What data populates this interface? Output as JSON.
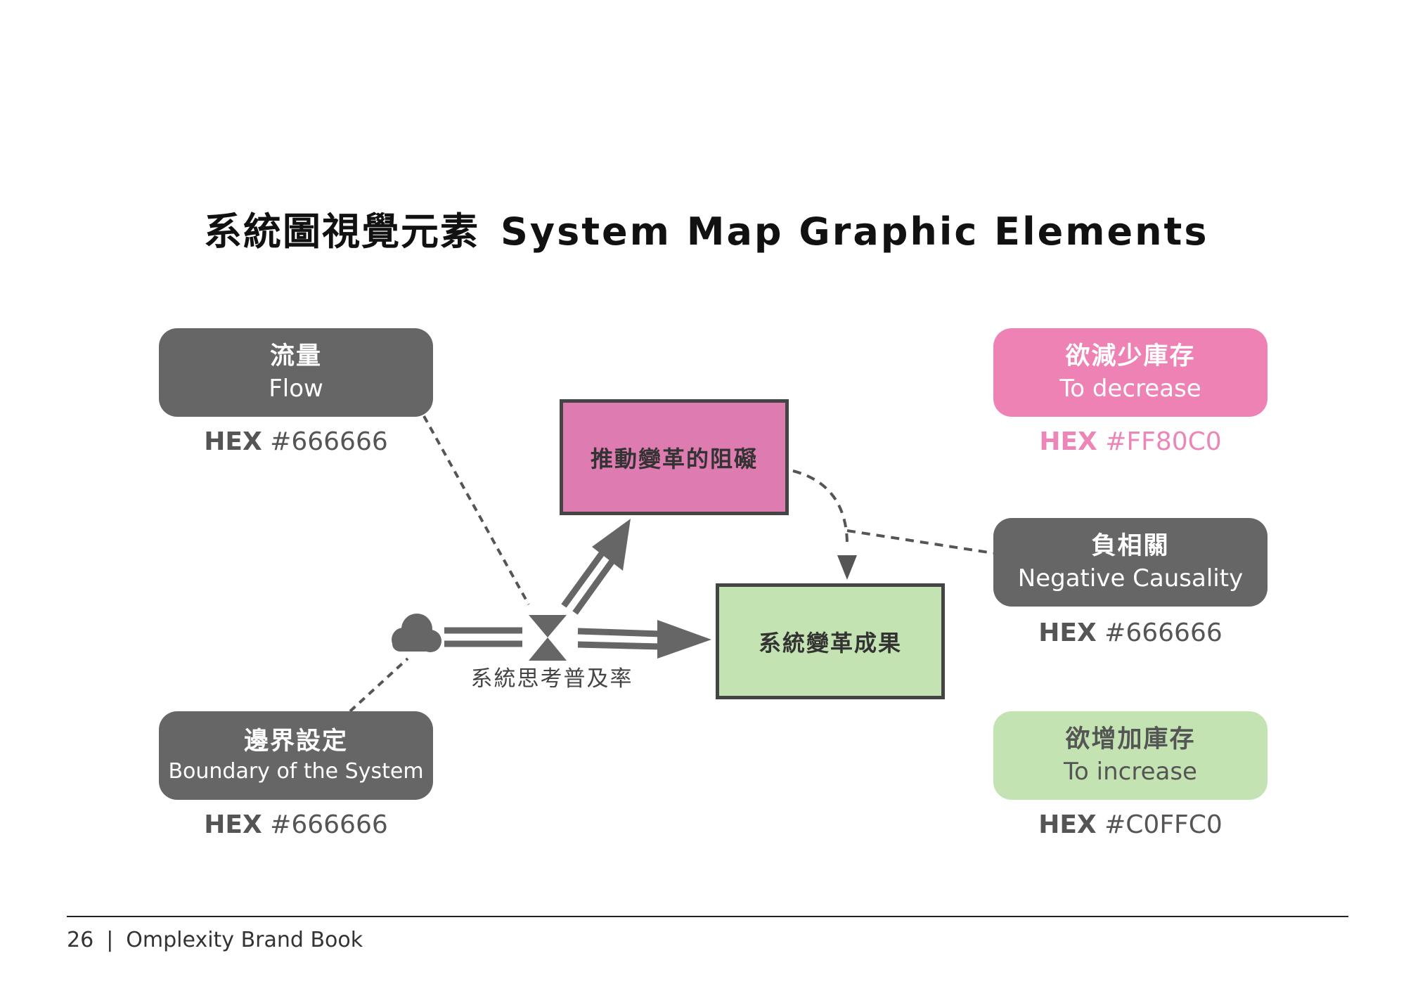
{
  "title": {
    "zh": "系統圖視覺元素",
    "en": "System Map Graphic Elements"
  },
  "legend": {
    "flow": {
      "zh": "流量",
      "en": "Flow",
      "hex_label": "HEX",
      "hex_value": "#666666"
    },
    "boundary": {
      "zh": "邊界設定",
      "en": "Boundary of the System",
      "hex_label": "HEX",
      "hex_value": "#666666"
    },
    "decrease": {
      "zh": "欲減少庫存",
      "en": "To decrease",
      "hex_label": "HEX",
      "hex_value": "#FF80C0"
    },
    "negative": {
      "zh": "負相關",
      "en": "Negative Causality",
      "hex_label": "HEX",
      "hex_value": "#666666"
    },
    "increase": {
      "zh": "欲增加庫存",
      "en": "To increase",
      "hex_label": "HEX",
      "hex_value": "#C0FFC0"
    }
  },
  "diagram": {
    "barrier": "推動變革的阻礙",
    "outcome": "系統變革成果",
    "rate": "系統思考普及率"
  },
  "colors": {
    "gray": "#666666",
    "pink": "#FF80C0",
    "green": "#C0FFC0"
  },
  "footer": {
    "page": "26",
    "separator": "|",
    "book": "Omplexity Brand Book"
  }
}
